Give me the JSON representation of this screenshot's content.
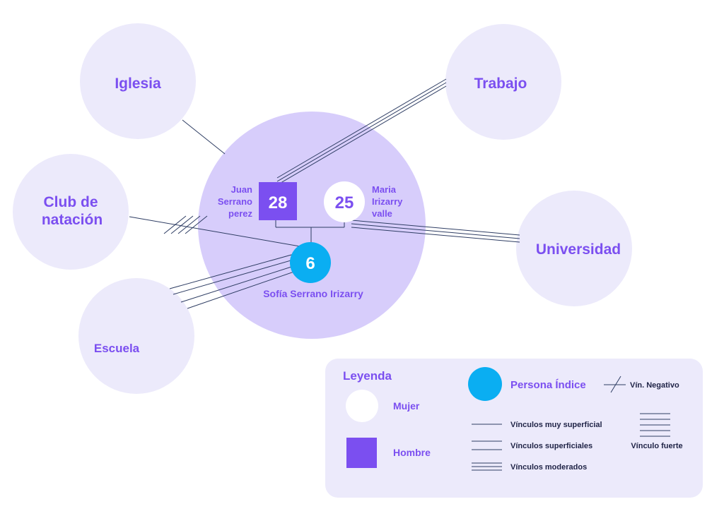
{
  "colors": {
    "outer_circle": "#ECEAFB",
    "family_circle": "#D7CDFB",
    "label_purple": "#7B4FF0",
    "man_square": "#7B4FF0",
    "woman_circle": "#FFFFFF",
    "index_person": "#0AAEF2",
    "line": "#2E3D63",
    "legend_bg": "#ECEAFB",
    "legend_text_dark": "#1F2346"
  },
  "systems": {
    "iglesia": "Iglesia",
    "trabajo": "Trabajo",
    "club": [
      "Club de",
      "natación"
    ],
    "universidad": "Universidad",
    "escuela": "Escuela"
  },
  "family": {
    "father": {
      "age": "28",
      "name": [
        "Juan",
        "Serrano",
        "perez"
      ]
    },
    "mother": {
      "age": "25",
      "name": [
        "Maria",
        "Irizarry",
        "valle"
      ]
    },
    "child": {
      "age": "6",
      "name": "Sofía Serrano Irizarry"
    }
  },
  "legend": {
    "title": "Leyenda",
    "mujer": "Mujer",
    "hombre": "Hombre",
    "persona_indice": "Persona Índice",
    "negativo": "Vín. Negativo",
    "muy_superficial": "Vínculos muy superficial",
    "superficiales": "Vínculos superficiales",
    "moderados": "Vínculos moderados",
    "fuerte": "Vínculo fuerte"
  },
  "icons": {
    "woman": "circle-icon",
    "man": "square-icon",
    "index": "filled-circle-icon",
    "negative": "slash-line-icon"
  }
}
